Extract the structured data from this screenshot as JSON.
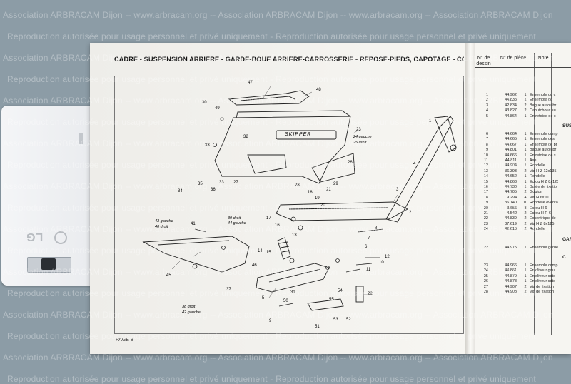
{
  "document": {
    "title": "CADRE - SUSPENSION ARRIÈRE - GARDE-BOUE ARRIÈRE-CARROSSERIE - REPOSE-PIEDS, CAPOTAGE - COUVERCLE DE SACOCHE - PORTE-BAGAGES - BÉQUILLE CENTRALE",
    "page_number": "PAGE 8",
    "scooter_badge": "SKIPPER",
    "phone_brand": "LG"
  },
  "watermark": {
    "line_a": "Association ARBRACAM Dijon -- www.arbracam.org -- Association ARBRACAM Dijon -- www.arbracam.org -- Association ARBRACAM Dijon",
    "line_b": "Reproduction autorisée pour usage personnel et privé uniquement - Reproduction autorisée pour usage personnel et privé uniquement"
  },
  "parts_table": {
    "headers": {
      "dessin": "N° de dessin",
      "piece": "N° de pièce",
      "qty": "Nbre"
    },
    "groups": [
      {
        "rows": [
          {
            "n": "1",
            "p": "44.962",
            "q": "1",
            "d": "Ensemble du c"
          },
          {
            "n": "2",
            "p": "44.838",
            "q": "1",
            "d": "Ensemble de"
          },
          {
            "n": "3",
            "p": "42.834",
            "q": "2",
            "d": "Bague autolubr"
          },
          {
            "n": "4",
            "p": "43.827",
            "q": "2",
            "d": "Caoutchouc su"
          },
          {
            "n": "5",
            "p": "44.864",
            "q": "1",
            "d": "Entretoise de c"
          }
        ]
      },
      {
        "section": "SUS",
        "rows": [
          {
            "n": "6",
            "p": "44.664",
            "q": "1",
            "d": "Ensemble comp"
          },
          {
            "n": "7",
            "p": "44.665",
            "q": "1",
            "d": "Ensemble des"
          },
          {
            "n": "8",
            "p": "44.667",
            "q": "1",
            "d": "Ensemble de br"
          },
          {
            "n": "9",
            "p": "44.801",
            "q": "1",
            "d": "Bague autolubr"
          },
          {
            "n": "10",
            "p": "44.666",
            "q": "1",
            "d": "Entretoise de s"
          },
          {
            "n": "11",
            "p": "44.811",
            "q": "1",
            "d": "Axe"
          },
          {
            "n": "12",
            "p": "44.904",
            "q": "1",
            "d": "Rondelle"
          },
          {
            "n": "13",
            "p": "36.393",
            "q": "2",
            "d": "Vis H Z 12x135"
          },
          {
            "n": "14",
            "p": "44.652",
            "q": "1",
            "d": "Rondelle"
          },
          {
            "n": "15",
            "p": "44.863",
            "q": "1",
            "d": "Ecrou H Z 8x125"
          },
          {
            "n": "16",
            "p": "44.730",
            "q": "1",
            "d": "Butée de fixatio"
          },
          {
            "n": "17",
            "p": "44.705",
            "q": "2",
            "d": "Goujon"
          },
          {
            "n": "18",
            "p": "9.294",
            "q": "4",
            "d": "Vis H 6x10"
          },
          {
            "n": "19",
            "p": "36.140",
            "q": "10",
            "d": "Rondelle éventa"
          },
          {
            "n": "20",
            "p": "3.655",
            "q": "8",
            "d": "Ecrou H 6"
          },
          {
            "n": "21",
            "p": "4.542",
            "q": "2",
            "d": "Ecrou H R 6"
          },
          {
            "n": "22",
            "p": "44.839",
            "q": "2",
            "d": "Excentrique de"
          },
          {
            "n": "23",
            "p": "37.619",
            "q": "2",
            "d": "Vis H Z 8x125"
          },
          {
            "n": "24",
            "p": "42.610",
            "q": "2",
            "d": "Rondelle"
          }
        ]
      },
      {
        "section": "GAR",
        "rows": [
          {
            "n": "22",
            "p": "44.975",
            "q": "1",
            "d": "Ensemble garde"
          }
        ]
      },
      {
        "section": "C",
        "rows": [
          {
            "n": "23",
            "p": "44.966",
            "q": "1",
            "d": "Ensemble comp"
          },
          {
            "n": "24",
            "p": "44.861",
            "q": "1",
            "d": "Enjoliveur gau"
          },
          {
            "n": "25",
            "p": "44.879",
            "q": "1",
            "d": "Enjoliveur cdte"
          },
          {
            "n": "26",
            "p": "44.878",
            "q": "1",
            "d": "Enjoliveur cdte"
          },
          {
            "n": "27",
            "p": "44.907",
            "q": "2",
            "d": "Vis de fixation"
          },
          {
            "n": "28",
            "p": "44.908",
            "q": "2",
            "d": "Vis de fixation"
          }
        ]
      }
    ]
  },
  "callouts": [
    {
      "id": "c47",
      "label": "47"
    },
    {
      "id": "c48",
      "label": "48"
    },
    {
      "id": "c30",
      "label": "30"
    },
    {
      "id": "c49",
      "label": "49"
    },
    {
      "id": "c23",
      "label": "23"
    },
    {
      "id": "c24",
      "label": "24 gauche"
    },
    {
      "id": "c25",
      "label": "25 droit"
    },
    {
      "id": "c32",
      "label": "32"
    },
    {
      "id": "c33",
      "label": "33"
    },
    {
      "id": "c26",
      "label": "26"
    },
    {
      "id": "c35",
      "label": "35"
    },
    {
      "id": "c34",
      "label": "34"
    },
    {
      "id": "c36",
      "label": "36"
    },
    {
      "id": "c33b",
      "label": "33"
    },
    {
      "id": "c4",
      "label": "4"
    },
    {
      "id": "c1",
      "label": "1"
    },
    {
      "id": "c43",
      "label": "43 gauche"
    },
    {
      "id": "c40",
      "label": "40 droit"
    },
    {
      "id": "c41",
      "label": "41"
    },
    {
      "id": "c39",
      "label": "39 droit"
    },
    {
      "id": "c44",
      "label": "44 gauche"
    },
    {
      "id": "c3",
      "label": "3"
    },
    {
      "id": "c2",
      "label": "2"
    },
    {
      "id": "c46",
      "label": "46"
    },
    {
      "id": "c45",
      "label": "45"
    },
    {
      "id": "c37",
      "label": "37"
    },
    {
      "id": "c38",
      "label": "38 droit"
    },
    {
      "id": "c42",
      "label": "42 gauche"
    },
    {
      "id": "c5",
      "label": "5"
    },
    {
      "id": "c9",
      "label": "9"
    },
    {
      "id": "c51",
      "label": "51"
    },
    {
      "id": "c52",
      "label": "52"
    },
    {
      "id": "c53",
      "label": "53"
    },
    {
      "id": "c54",
      "label": "54"
    },
    {
      "id": "c22",
      "label": "22"
    },
    {
      "id": "c12",
      "label": "12"
    },
    {
      "id": "c10",
      "label": "10"
    },
    {
      "id": "c11",
      "label": "11"
    },
    {
      "id": "c6",
      "label": "6"
    },
    {
      "id": "c7",
      "label": "7"
    },
    {
      "id": "c8",
      "label": "8"
    },
    {
      "id": "c13",
      "label": "13"
    },
    {
      "id": "c14",
      "label": "14"
    },
    {
      "id": "c15",
      "label": "15"
    },
    {
      "id": "c16",
      "label": "16"
    },
    {
      "id": "c17",
      "label": "17"
    },
    {
      "id": "c18",
      "label": "18"
    },
    {
      "id": "c19",
      "label": "19"
    },
    {
      "id": "c20",
      "label": "20"
    },
    {
      "id": "c21",
      "label": "21"
    },
    {
      "id": "c27",
      "label": "27"
    },
    {
      "id": "c28",
      "label": "28"
    },
    {
      "id": "c29",
      "label": "29"
    },
    {
      "id": "c31",
      "label": "31"
    },
    {
      "id": "c50",
      "label": "50"
    },
    {
      "id": "c55",
      "label": "55"
    }
  ]
}
